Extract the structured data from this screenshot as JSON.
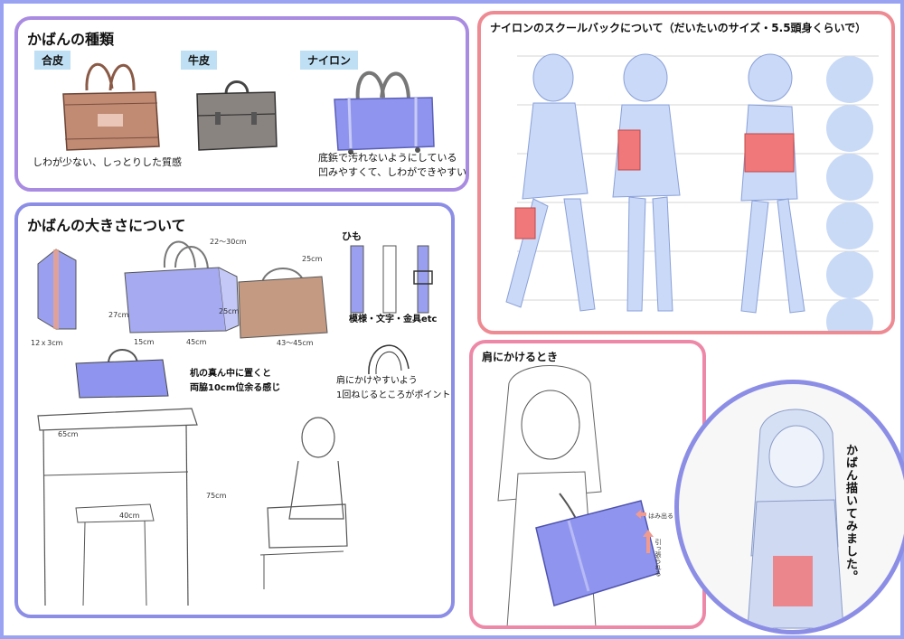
{
  "types_panel": {
    "title": "かばんの種類",
    "tags": [
      "合皮",
      "牛皮",
      "ナイロン"
    ],
    "caption_leather": "しわが少ない、しっとりした質感",
    "caption_nylon_1": "底鋲で汚れないようにしている",
    "caption_nylon_2": "凹みやすくて、しわができやすい"
  },
  "size_panel": {
    "title": "かばんの大きさについて",
    "strap_label": "ひも",
    "strap_caption": "模様・文字・金具etc",
    "desk_caption_1": "机の真ん中に置くと",
    "desk_caption_2": "両脇10cm位余る感じ",
    "twist_caption_1": "肩にかけやすいよう",
    "twist_caption_2": "1回ねじるところがポイント",
    "notes": [
      "12ｘ3cm",
      "27cm",
      "15cm",
      "45cm",
      "22〜30cm",
      "25cm",
      "25cm",
      "43〜45cm",
      "65cm",
      "75cm",
      "40cm"
    ]
  },
  "nylon_panel": {
    "title": "ナイロンのスクールバックについて（だいたいのサイズ・5.5頭身くらいで）"
  },
  "shoulder_panel": {
    "title": "肩にかけるとき",
    "note_protrude": "はみ出る",
    "note_pulled": "引っ張られる"
  },
  "circle_panel": {
    "text": "かばん描いてみました。"
  },
  "colors": {
    "frame": "#9aa3f2",
    "purple": "#a98be2",
    "blue": "#8c8ee6",
    "pink": "#ee8a92",
    "tag_bg": "#bfe0f4",
    "bag_brown": "#c08a73",
    "bag_gray": "#8a8480",
    "bag_blue": "#8f95ee",
    "bag_red": "#f0787a",
    "figure_blue": "#c9d9f7"
  }
}
